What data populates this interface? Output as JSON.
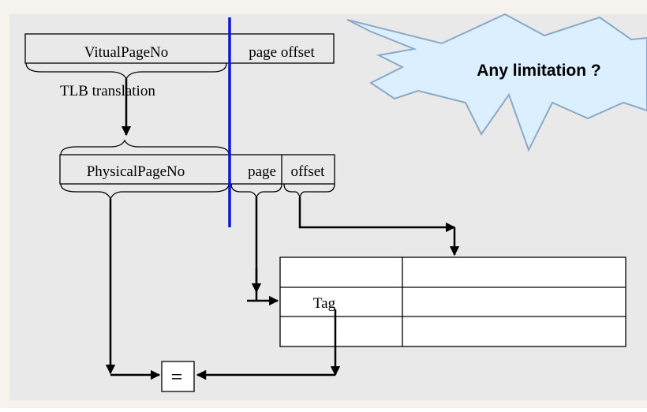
{
  "labels": {
    "virtual_page_no": "VitualPageNo",
    "page_offset": "page offset",
    "tlb_translation": "TLB translation",
    "physical_page_no": "PhysicalPageNo",
    "page": "page",
    "offset": "offset",
    "tag": "Tag",
    "compare": "=",
    "callout": "Any limitation ?"
  },
  "colors": {
    "panel_background": "#e9e9e9",
    "divider_line": "#1010e0",
    "callout_fill": "#dcefff",
    "callout_stroke": "#8aa8c8"
  }
}
